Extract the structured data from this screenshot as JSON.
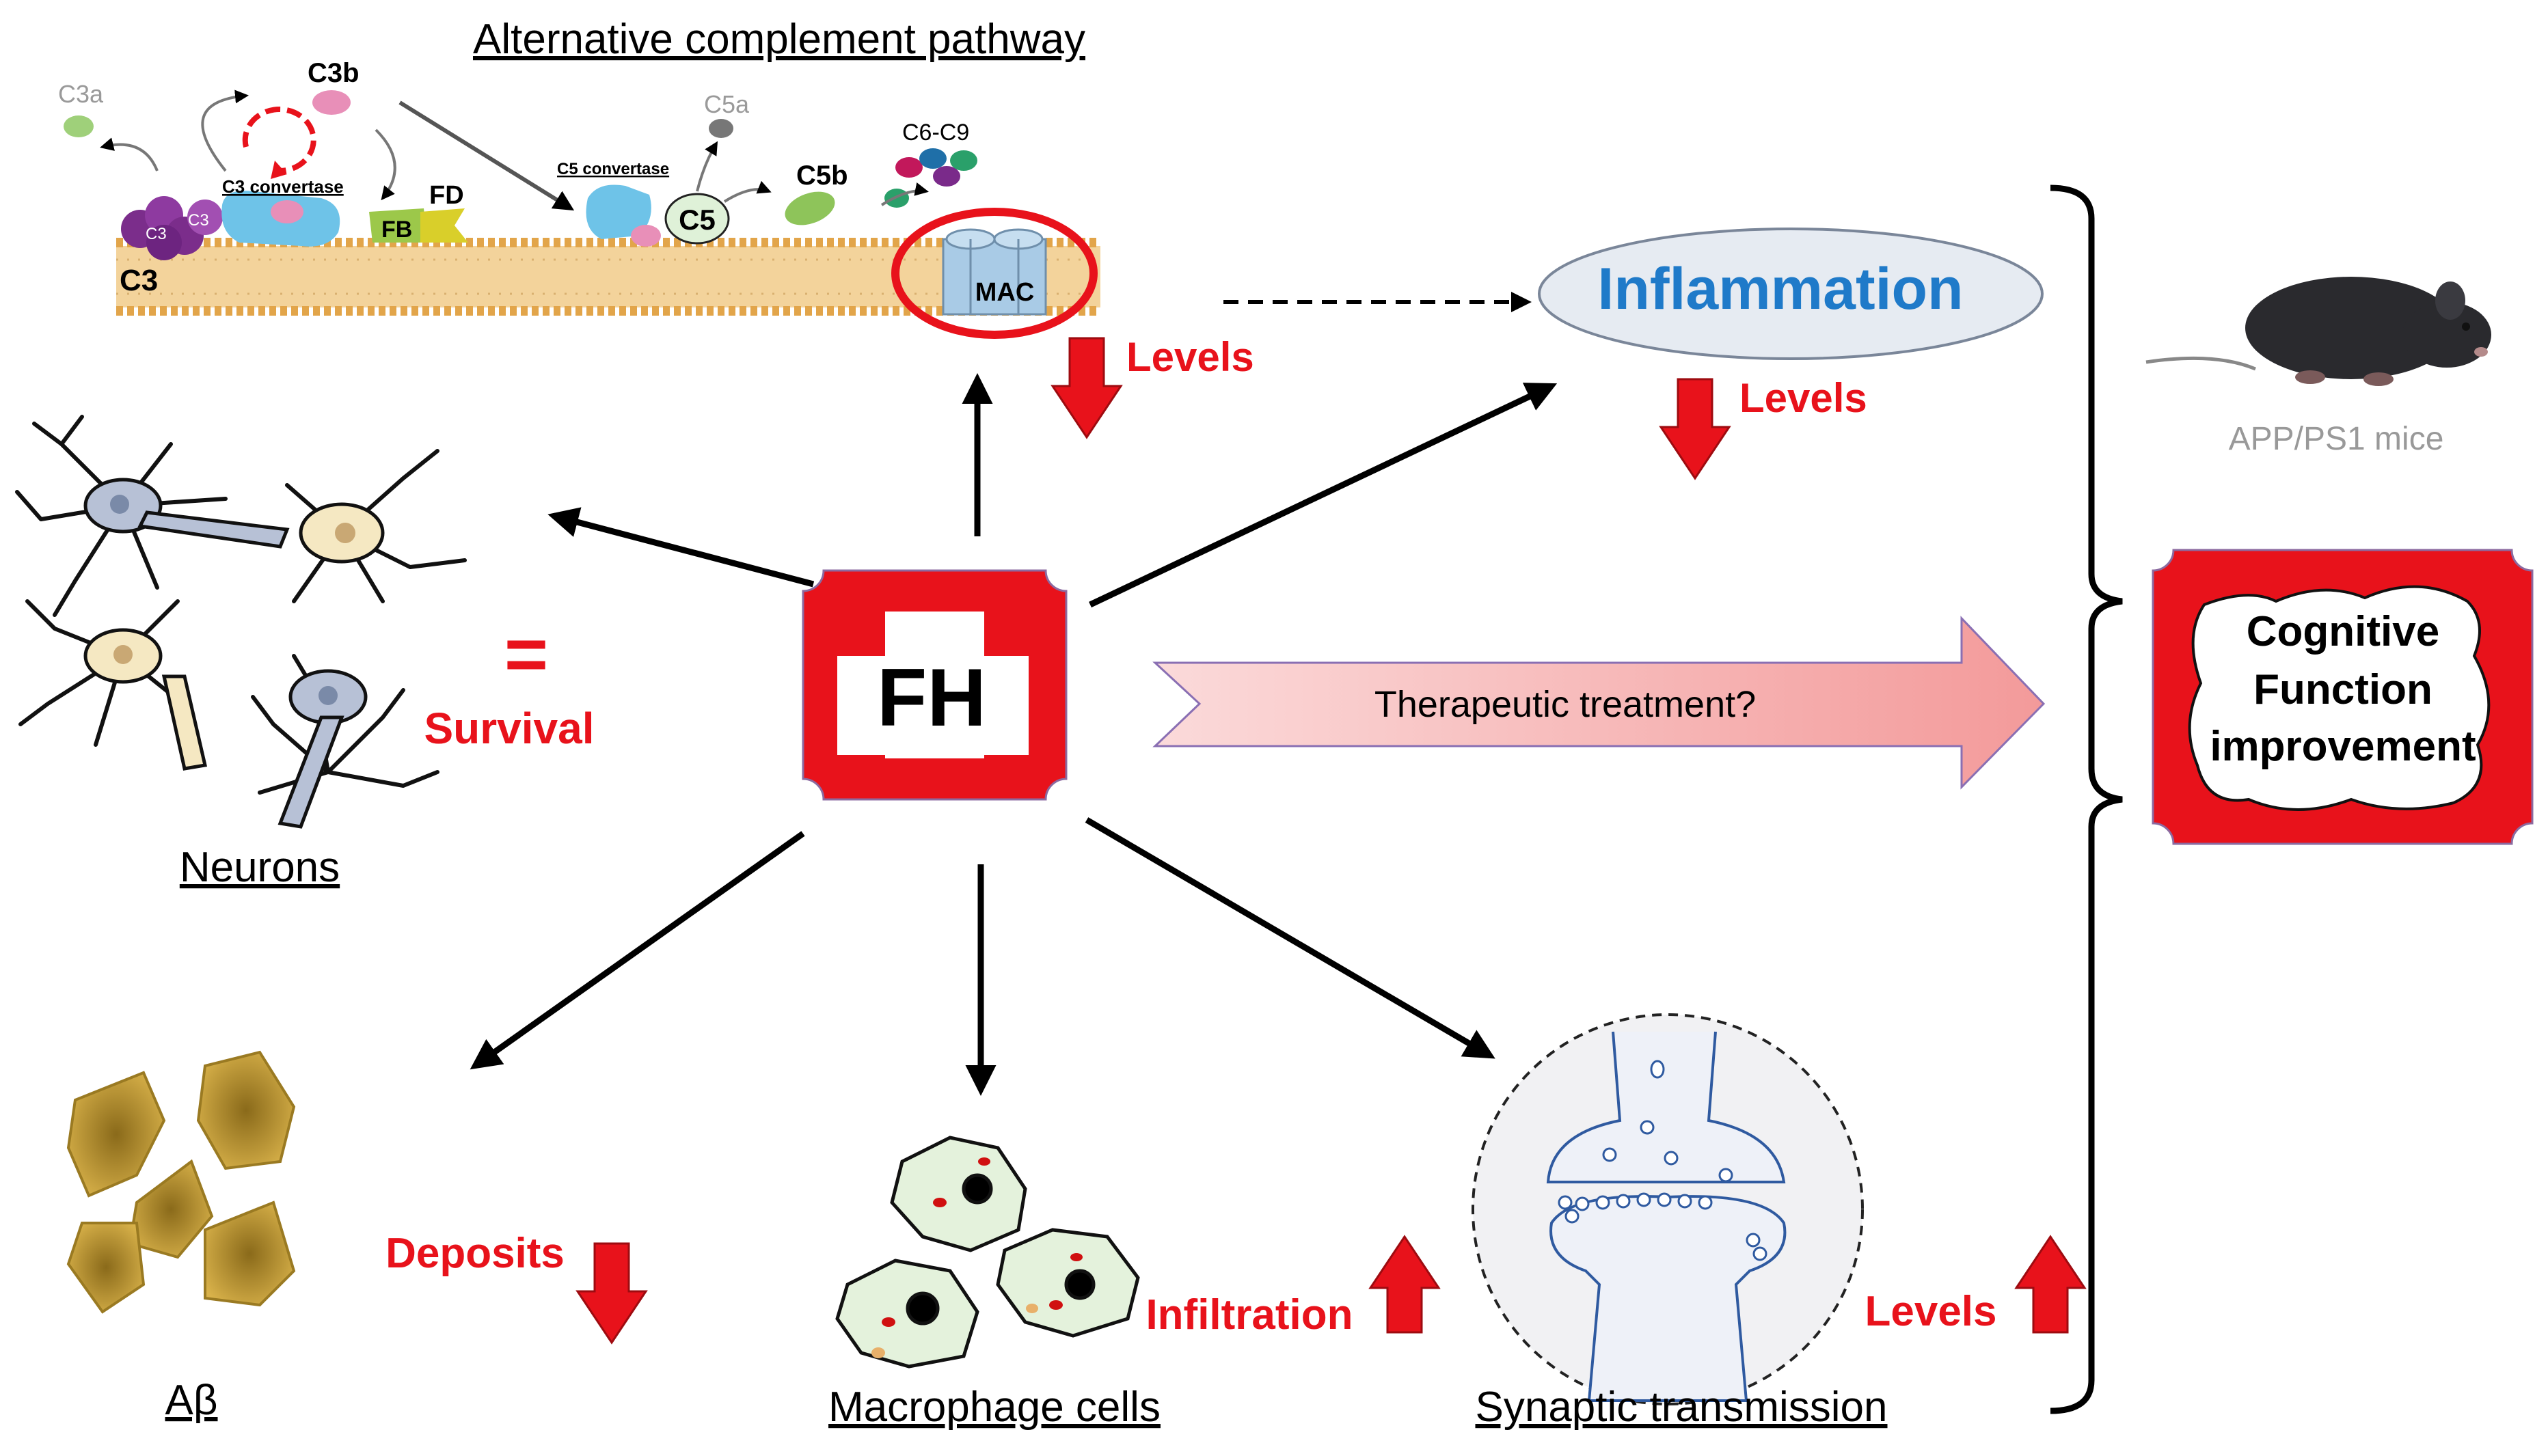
{
  "pathway": {
    "title": "Alternative complement pathway",
    "c3a": "C3a",
    "c3b": "C3b",
    "c3_convertase": "C3 convertase",
    "fb": "FB",
    "fd": "FD",
    "c3": "C3",
    "c3_small_1": "C3",
    "c3_small_2": "C3",
    "c5_convertase": "C5 convertase",
    "c5": "C5",
    "c5a": "C5a",
    "c5b": "C5b",
    "c6c9": "C6-C9",
    "mac": "MAC",
    "mac_levels": "Levels"
  },
  "center": {
    "label": "FH"
  },
  "inflammation": {
    "label": "Inflammation",
    "levels": "Levels"
  },
  "neurons": {
    "label": "Neurons",
    "equals": "=",
    "status": "Survival"
  },
  "abeta": {
    "label": "Aβ",
    "status": "Deposits"
  },
  "macrophage": {
    "label": "Macrophage cells",
    "status": "Infiltration"
  },
  "synaptic": {
    "label": "Synaptic transmission",
    "status": "Levels"
  },
  "therapy": {
    "label": "Therapeutic treatment?"
  },
  "mice": {
    "label": "APP/PS1 mice"
  },
  "outcome": {
    "line1": "Cognitive",
    "line2": "Function",
    "line3": "improvement"
  },
  "colors": {
    "accent_red": "#e8121b",
    "inflammation_blue": "#1f7ac9",
    "arrow_pink": "#f6b3b3"
  }
}
